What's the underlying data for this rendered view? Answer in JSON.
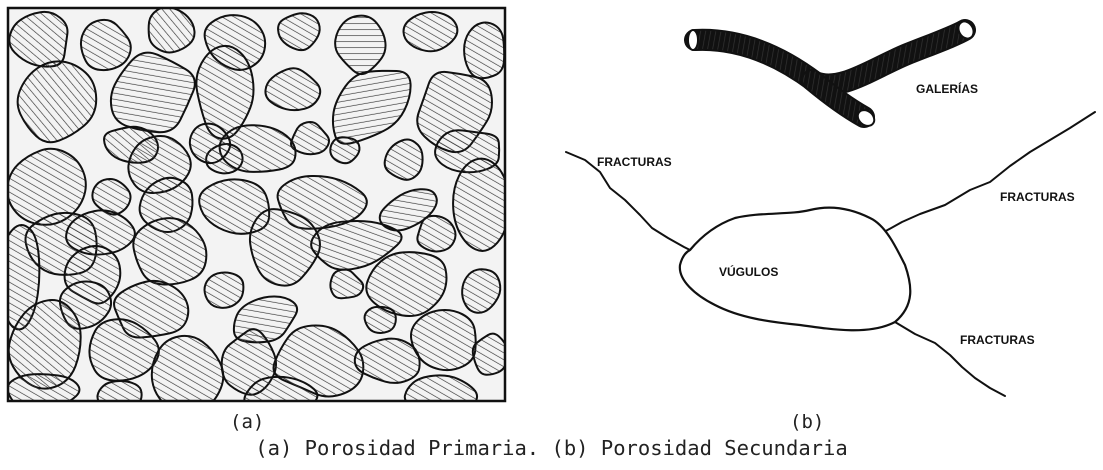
{
  "panel_a": {
    "label": "(a)"
  },
  "panel_b": {
    "label": "(b)",
    "annotations": {
      "galerias": "GALERÍAS",
      "fracturas_left": "FRACTURAS",
      "fracturas_right": "FRACTURAS",
      "vugulos": "VÚGULOS",
      "fracturas_bottom": "FRACTURAS"
    }
  },
  "caption": "(a) Porosidad Primaria. (b) Porosidad Secundaria"
}
